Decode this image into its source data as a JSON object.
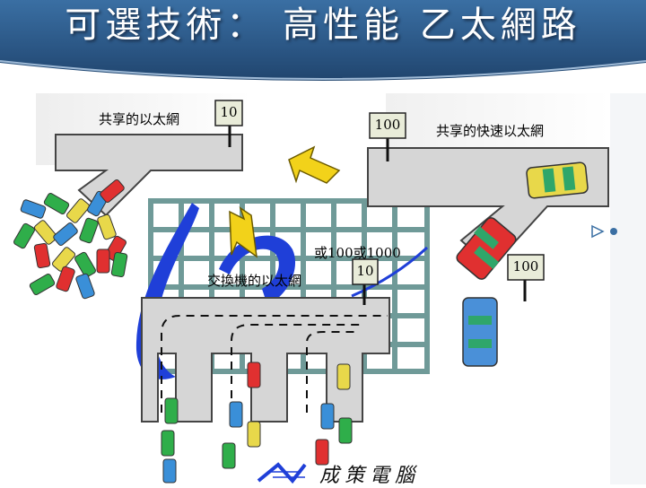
{
  "slide": {
    "title": "可選技術： 高性能 乙太網路",
    "labels": {
      "shared_ethernet": "共享的以太網",
      "shared_fast_ethernet": "共享的快速以太網",
      "switched_ethernet": "交換機的以太網",
      "switched_speeds": "或100或1000"
    },
    "signs": {
      "shared": "10",
      "fast": "100",
      "switched": "10",
      "exit": "100"
    },
    "brand": "成策電腦"
  },
  "colors": {
    "header_bg": "#2f5c8c",
    "road": "#d6d6d6",
    "grid": "#6f9a98",
    "swoosh": "#1f3fd8",
    "arrow": "#f2d21a"
  }
}
